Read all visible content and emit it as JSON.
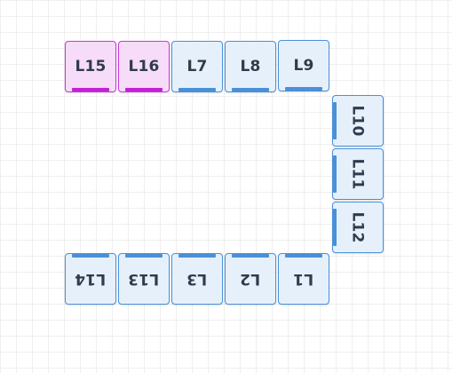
{
  "diagram": {
    "tiles": {
      "L15": {
        "label": "L15",
        "color": "#c61fd6"
      },
      "L16": {
        "label": "L16",
        "color": "#c61fd6"
      },
      "L7": {
        "label": "L7",
        "color": "#4a90d9"
      },
      "L8": {
        "label": "L8",
        "color": "#4a90d9"
      },
      "L9": {
        "label": "L9",
        "color": "#4a90d9"
      },
      "L10": {
        "label": "L10",
        "color": "#4a90d9"
      },
      "L11": {
        "label": "L11",
        "color": "#4a90d9"
      },
      "L12": {
        "label": "L12",
        "color": "#4a90d9"
      },
      "L14": {
        "label": "L14",
        "color": "#4a90d9"
      },
      "L13": {
        "label": "L13",
        "color": "#4a90d9"
      },
      "L3": {
        "label": "L3",
        "color": "#4a90d9"
      },
      "L2": {
        "label": "L2",
        "color": "#4a90d9"
      },
      "L1": {
        "label": "L1",
        "color": "#4a90d9"
      }
    }
  }
}
